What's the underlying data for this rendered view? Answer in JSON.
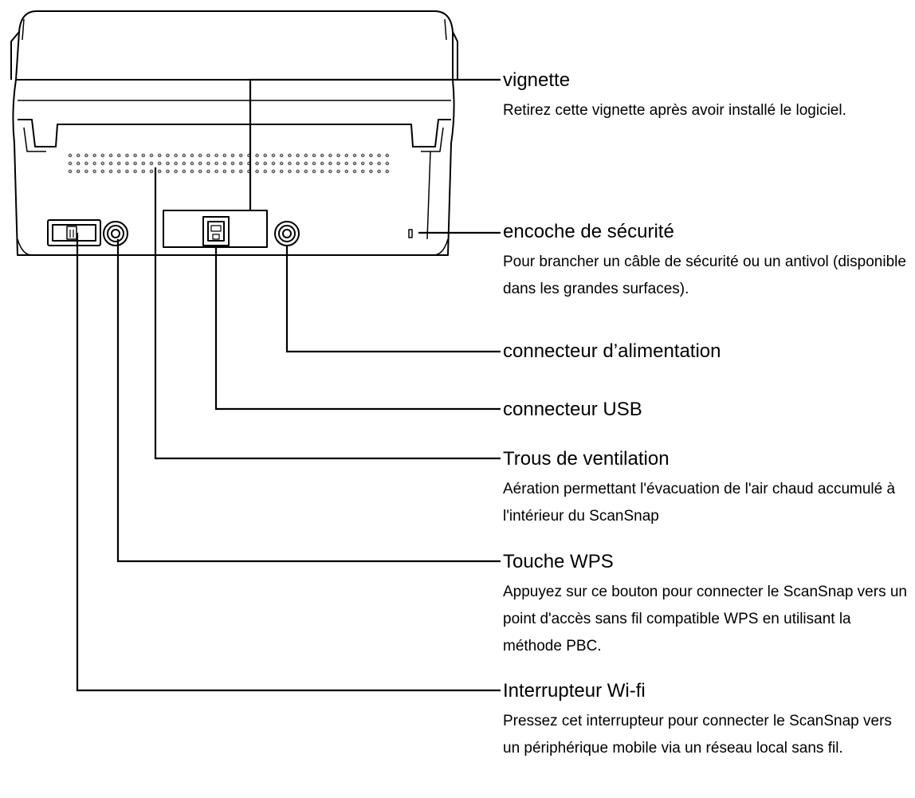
{
  "callouts": {
    "vignette": {
      "title": "vignette",
      "desc": "Retirez cette vignette après avoir installé le logiciel."
    },
    "encoche": {
      "title": "encoche de sécurité",
      "desc": "Pour brancher un câble de sécurité ou un antivol (disponible dans les grandes surfaces)."
    },
    "alimentation": {
      "title": "connecteur d’alimentation"
    },
    "usb": {
      "title": "connecteur USB"
    },
    "ventilation": {
      "title": "Trous de ventilation",
      "desc": "Aération permettant l'évacuation de l'air chaud accumulé à l'intérieur du ScanSnap"
    },
    "wps": {
      "title": "Touche WPS",
      "desc": "Appuyez sur ce bouton pour connecter le ScanSnap vers un point d'accès sans fil compatible WPS en utilisant la méthode PBC."
    },
    "wifi": {
      "title": "Interrupteur Wi-fi",
      "desc": "Pressez cet interrupteur pour connecter le ScanSnap vers un périphérique mobile via un réseau local sans fil."
    }
  }
}
